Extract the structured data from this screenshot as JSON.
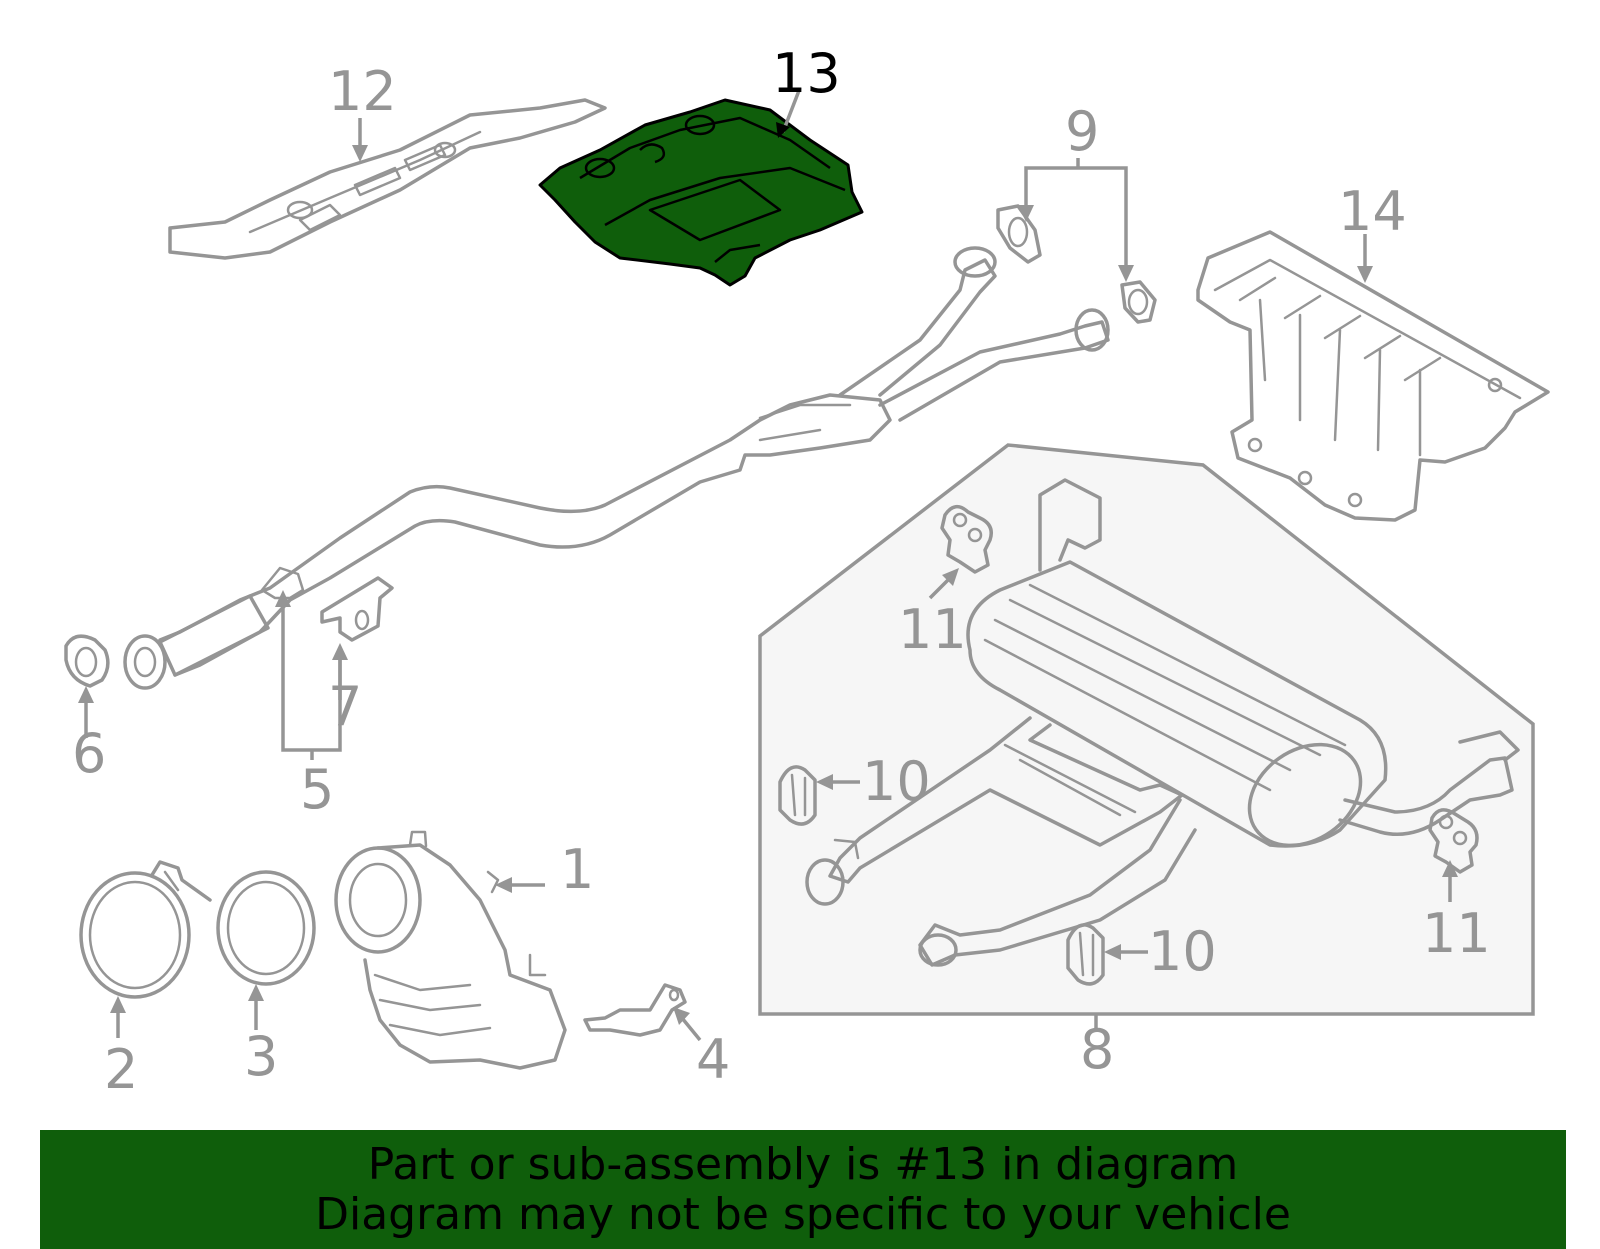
{
  "colors": {
    "highlight": "#0f5e0b",
    "line": "#959595",
    "callout_bg": "#f6f6f6",
    "banner": "#0f5e0b"
  },
  "labels": {
    "p1": "1",
    "p2": "2",
    "p3": "3",
    "p4": "4",
    "p5": "5",
    "p6": "6",
    "p7": "7",
    "p8": "8",
    "p9": "9",
    "p10a": "10",
    "p10b": "10",
    "p11a": "11",
    "p11b": "11",
    "p12": "12",
    "p13": "13",
    "p14": "14"
  },
  "highlighted_part": "13",
  "banner": {
    "line1": "Part or sub-assembly is #13 in diagram",
    "line2": "Diagram may not be specific to your vehicle"
  }
}
